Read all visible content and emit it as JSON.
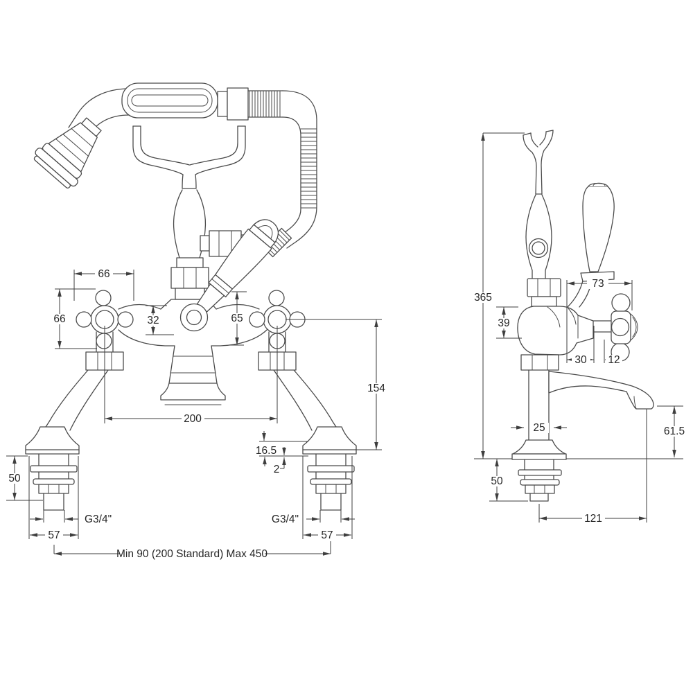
{
  "drawing": {
    "type": "technical-dimension-drawing",
    "subject": "deck-mounted bath shower mixer with handset cradle and hose",
    "line_color": "#4a4a4a",
    "dim_color": "#3e3e3e",
    "background": "#ffffff"
  },
  "front": {
    "handle_width": "66",
    "handle_height": "66",
    "body_rise": "32",
    "outlet_offset": "65",
    "height_above_deck": "154",
    "hot_cold_centres": "200",
    "flange_step": "16.5",
    "washer": "2",
    "riser": "50",
    "thread_left": "G3/4\"",
    "flange_left": "57",
    "thread_right": "G3/4\"",
    "flange_right": "57",
    "mounting_range": "Min 90 (200 Standard) Max 450"
  },
  "side": {
    "overall_height": "365",
    "lever_reach": "73",
    "body_height": "39",
    "handle_offset": "30",
    "hub_depth": "12",
    "column_width": "25",
    "spout_clearance": "61.5",
    "riser": "50",
    "spout_reach": "121"
  }
}
